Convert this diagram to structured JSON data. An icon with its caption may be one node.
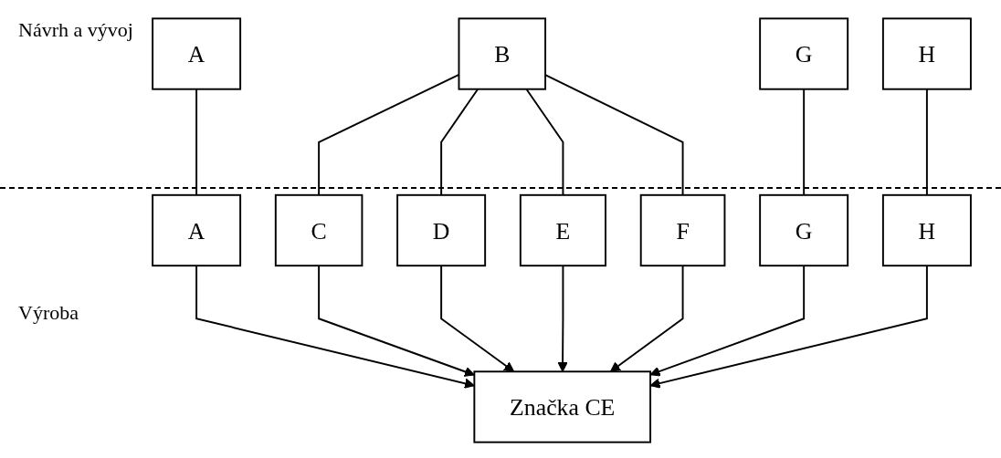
{
  "diagram": {
    "nodes": [
      {
        "text": [
          "A"
        ]
      },
      {
        "text": [
          "B"
        ]
      },
      {
        "text": [
          "G"
        ]
      },
      {
        "text": [
          "H"
        ]
      },
      {
        "text": [
          "A"
        ]
      },
      {
        "text": [
          "C"
        ]
      },
      {
        "text": [
          "D"
        ]
      },
      {
        "text": [
          "E"
        ]
      },
      {
        "text": [
          "F"
        ]
      },
      {
        "text": [
          "G"
        ]
      },
      {
        "text": [
          "H"
        ]
      },
      {
        "text": [
          "Značka CE"
        ]
      }
    ],
    "edges": [
      {
        "from": 0,
        "to": 4,
        "arrow": "none"
      },
      {
        "from": 1,
        "to": 5,
        "arrow": "none"
      },
      {
        "from": 1,
        "to": 6,
        "arrow": "none"
      },
      {
        "from": 1,
        "to": 7,
        "arrow": "none"
      },
      {
        "from": 1,
        "to": 8,
        "arrow": "none"
      },
      {
        "from": 2,
        "to": 9,
        "arrow": "none"
      },
      {
        "from": 3,
        "to": 10,
        "arrow": "none"
      },
      {
        "from": 4,
        "to": 11,
        "arrow": "to"
      },
      {
        "from": 5,
        "to": 11,
        "arrow": "to"
      },
      {
        "from": 6,
        "to": 11,
        "arrow": "to"
      },
      {
        "from": 7,
        "to": 11,
        "arrow": "to"
      },
      {
        "from": 8,
        "to": 11,
        "arrow": "to"
      },
      {
        "from": 9,
        "to": 11,
        "arrow": "to"
      },
      {
        "from": 10,
        "to": 11,
        "arrow": "to"
      }
    ],
    "labels": [
      "Návrh a vývoj",
      "Výroba"
    ]
  }
}
